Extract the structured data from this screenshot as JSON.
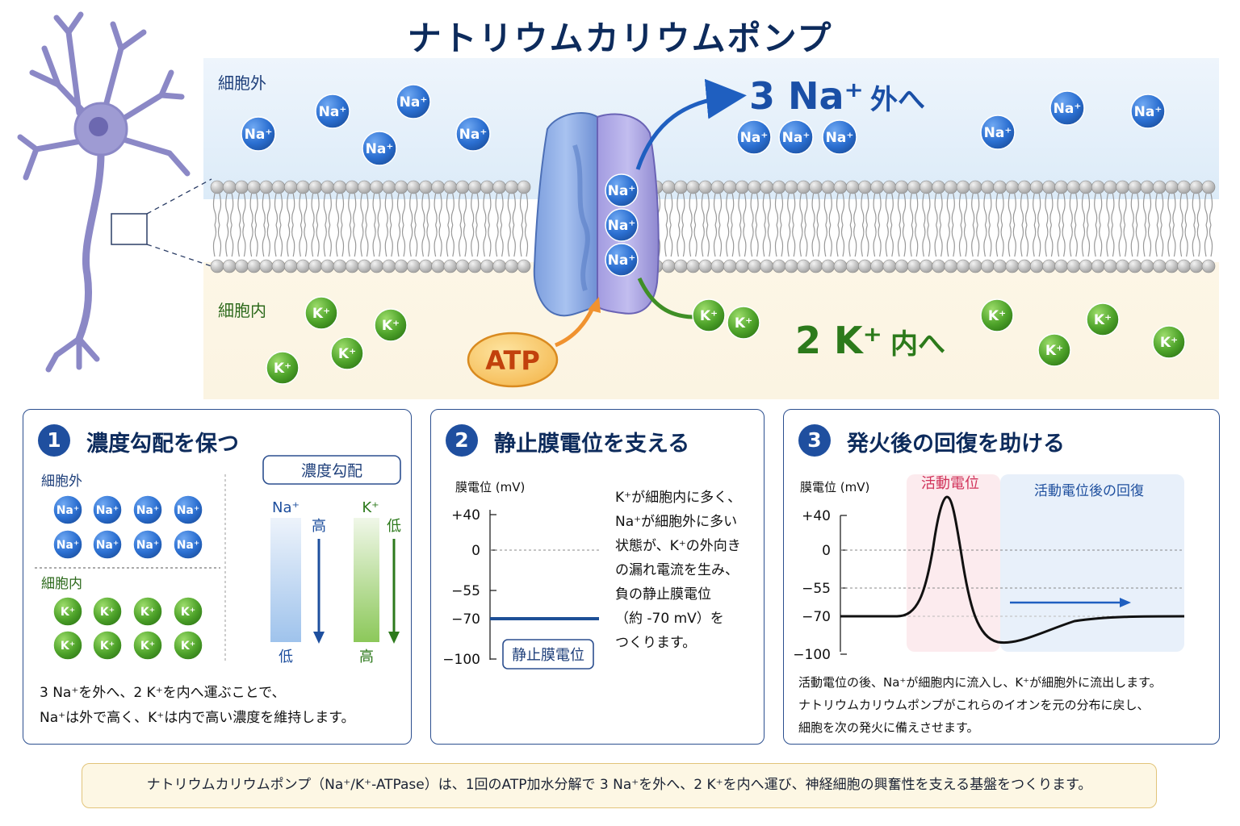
{
  "title": "ナトリウムカリウムポンプ",
  "hero": {
    "outside_label": "細胞外",
    "inside_label": "細胞内",
    "na_ion": "Na⁺",
    "k_ion": "K⁺",
    "atp_label": "ATP",
    "na_out_count": "3 Na⁺",
    "na_out_text": "外へ",
    "k_in_count": "2 K⁺",
    "k_in_text": "内へ"
  },
  "cards": [
    {
      "number": "1",
      "title": "濃度勾配を保つ",
      "outside_label": "細胞外",
      "inside_label": "細胞内",
      "gradient_box_label": "濃度勾配",
      "na_label": "Na⁺",
      "k_label": "K⁺",
      "na_high": "高",
      "na_low": "低",
      "k_low": "低",
      "k_high": "高",
      "body_line1": "3 Na⁺を外へ、2 K⁺を内へ運ぶことで、",
      "body_line2": "Na⁺は外で高く、K⁺は内で高い濃度を維持します。"
    },
    {
      "number": "2",
      "title": "静止膜電位を支える",
      "axis_label": "膜電位 (mV)",
      "ticks": [
        "+40",
        "0",
        "−55",
        "−70",
        "−100"
      ],
      "line_label": "静止膜電位",
      "body_lines": [
        "K⁺が細胞内に多く、",
        "Na⁺が細胞外に多い",
        "状態が、K⁺の外向き",
        "の漏れ電流を生み、",
        "負の静止膜電位",
        "（約 -70 mV）を",
        "つくります。"
      ]
    },
    {
      "number": "3",
      "title": "発火後の回復を助ける",
      "axis_label": "膜電位 (mV)",
      "ticks": [
        "+40",
        "0",
        "−55",
        "−70",
        "−100"
      ],
      "ap_label": "活動電位",
      "recovery_label": "活動電位後の回復",
      "body_line1": "活動電位の後、Na⁺が細胞内に流入し、K⁺が細胞外に流出します。",
      "body_line2": "ナトリウムカリウムポンプがこれらのイオンを元の分布に戻し、",
      "body_line3": "細胞を次の発火に備えさせます。"
    }
  ],
  "summary": "ナトリウムカリウムポンプ（Na⁺/K⁺-ATPase）は、1回のATP加水分解で 3 Na⁺を外へ、2 K⁺を内へ運び、神経細胞の興奮性を支える基盤をつくります。",
  "colors": {
    "na": "#2b6fd1",
    "k": "#4ea32a",
    "navy": "#0d2b5c",
    "atp": "#f4a53a",
    "pump": "#8fb0e6",
    "pump_dark": "#9b93d8"
  }
}
